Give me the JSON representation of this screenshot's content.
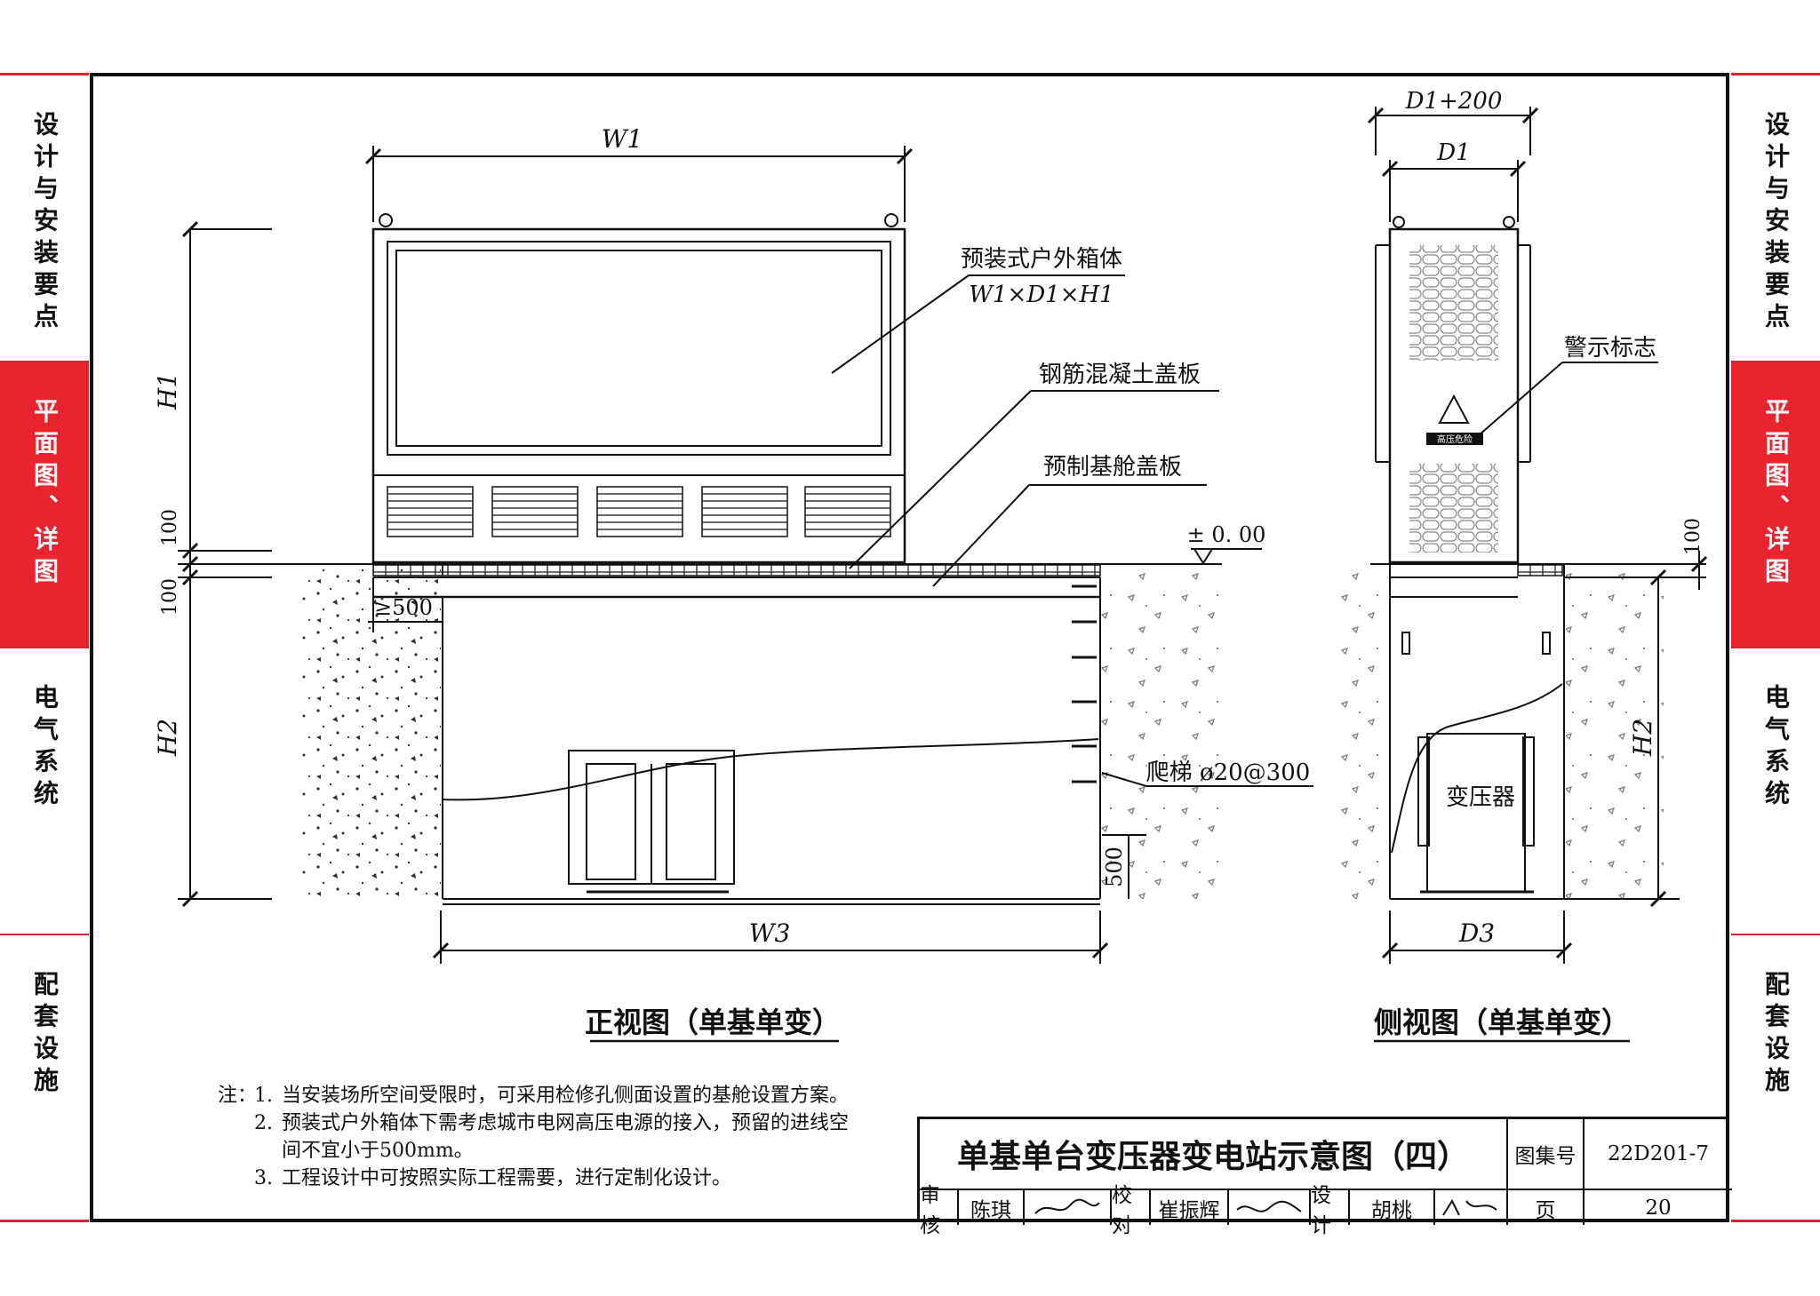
{
  "side_tabs": [
    {
      "label": "设计与安装要点",
      "active": false
    },
    {
      "label": "平面图、详图",
      "active": true
    },
    {
      "label": "电气系统",
      "active": false
    },
    {
      "label": "配套设施",
      "active": false
    }
  ],
  "front_view": {
    "caption": "正视图（单基单变）",
    "dim_w1": "W1",
    "dim_h1": "H1",
    "dim_h2": "H2",
    "dim_w3": "W3",
    "dim_100_top": "100",
    "dim_100_bottom": "100",
    "dim_500_side": "≥500",
    "dim_500_bottom": "500",
    "level": "± 0. 00",
    "label_box": "预装式户外箱体",
    "label_box_dims": "W1×D1×H1",
    "label_cover": "钢筋混凝土盖板",
    "label_base_cover": "预制基舱盖板",
    "label_ladder": "爬梯 ø20@300"
  },
  "side_view": {
    "caption": "侧视图（单基单变）",
    "dim_d1_200": "D1+200",
    "dim_d1": "D1",
    "dim_d3": "D3",
    "dim_h2": "H2",
    "dim_100": "100",
    "label_warning": "警示标志",
    "label_transformer": "变压器",
    "warning_plate": "高压危险"
  },
  "notes": {
    "lead": "注：",
    "items": [
      "当安装场所空间受限时，可采用检修孔侧面设置的基舱设置方案。",
      "预装式户外箱体下需考虑城市电网高压电源的接入，预留的进线空",
      "间不宜小于500mm。",
      "工程设计中可按照实际工程需要，进行定制化设计。"
    ],
    "numbers": [
      "1.",
      "2.",
      "",
      "3."
    ]
  },
  "title_block": {
    "title": "单基单台变压器变电站示意图（四）",
    "atlas_label": "图集号",
    "atlas_no": "22D201-7",
    "review_label": "审核",
    "review_name": "陈琪",
    "check_label": "校对",
    "check_name": "崔振辉",
    "design_label": "设计",
    "design_name": "胡桃",
    "page_label": "页",
    "page_no": "20"
  },
  "colors": {
    "accent": "#e9242f",
    "line": "#111111"
  }
}
